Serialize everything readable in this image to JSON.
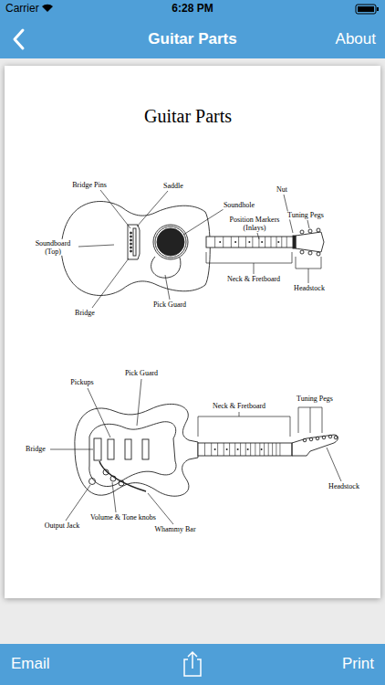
{
  "diagram": {
    "title": "Guitar Parts",
    "labels": [
      "Carrier",
      "6:28 PM",
      "Guitar Parts",
      "About",
      "Bridge Pins",
      "Saddle",
      "Soundhole",
      "Nut",
      "Tuning Pegs",
      "Position Markers (Inlays)",
      "Soundboard (Top)",
      "Neck & Fretboard",
      "Headstock",
      "Pick Guard",
      "Bridge",
      "Pick Guard",
      "Pickups",
      "Neck & Fretboard",
      "Tuning Pegs",
      "Bridge",
      "Headstock",
      "Output Jack",
      "Volume & Tone knobs",
      "Whammy Bar",
      "Email",
      "Print"
    ]
  }
}
